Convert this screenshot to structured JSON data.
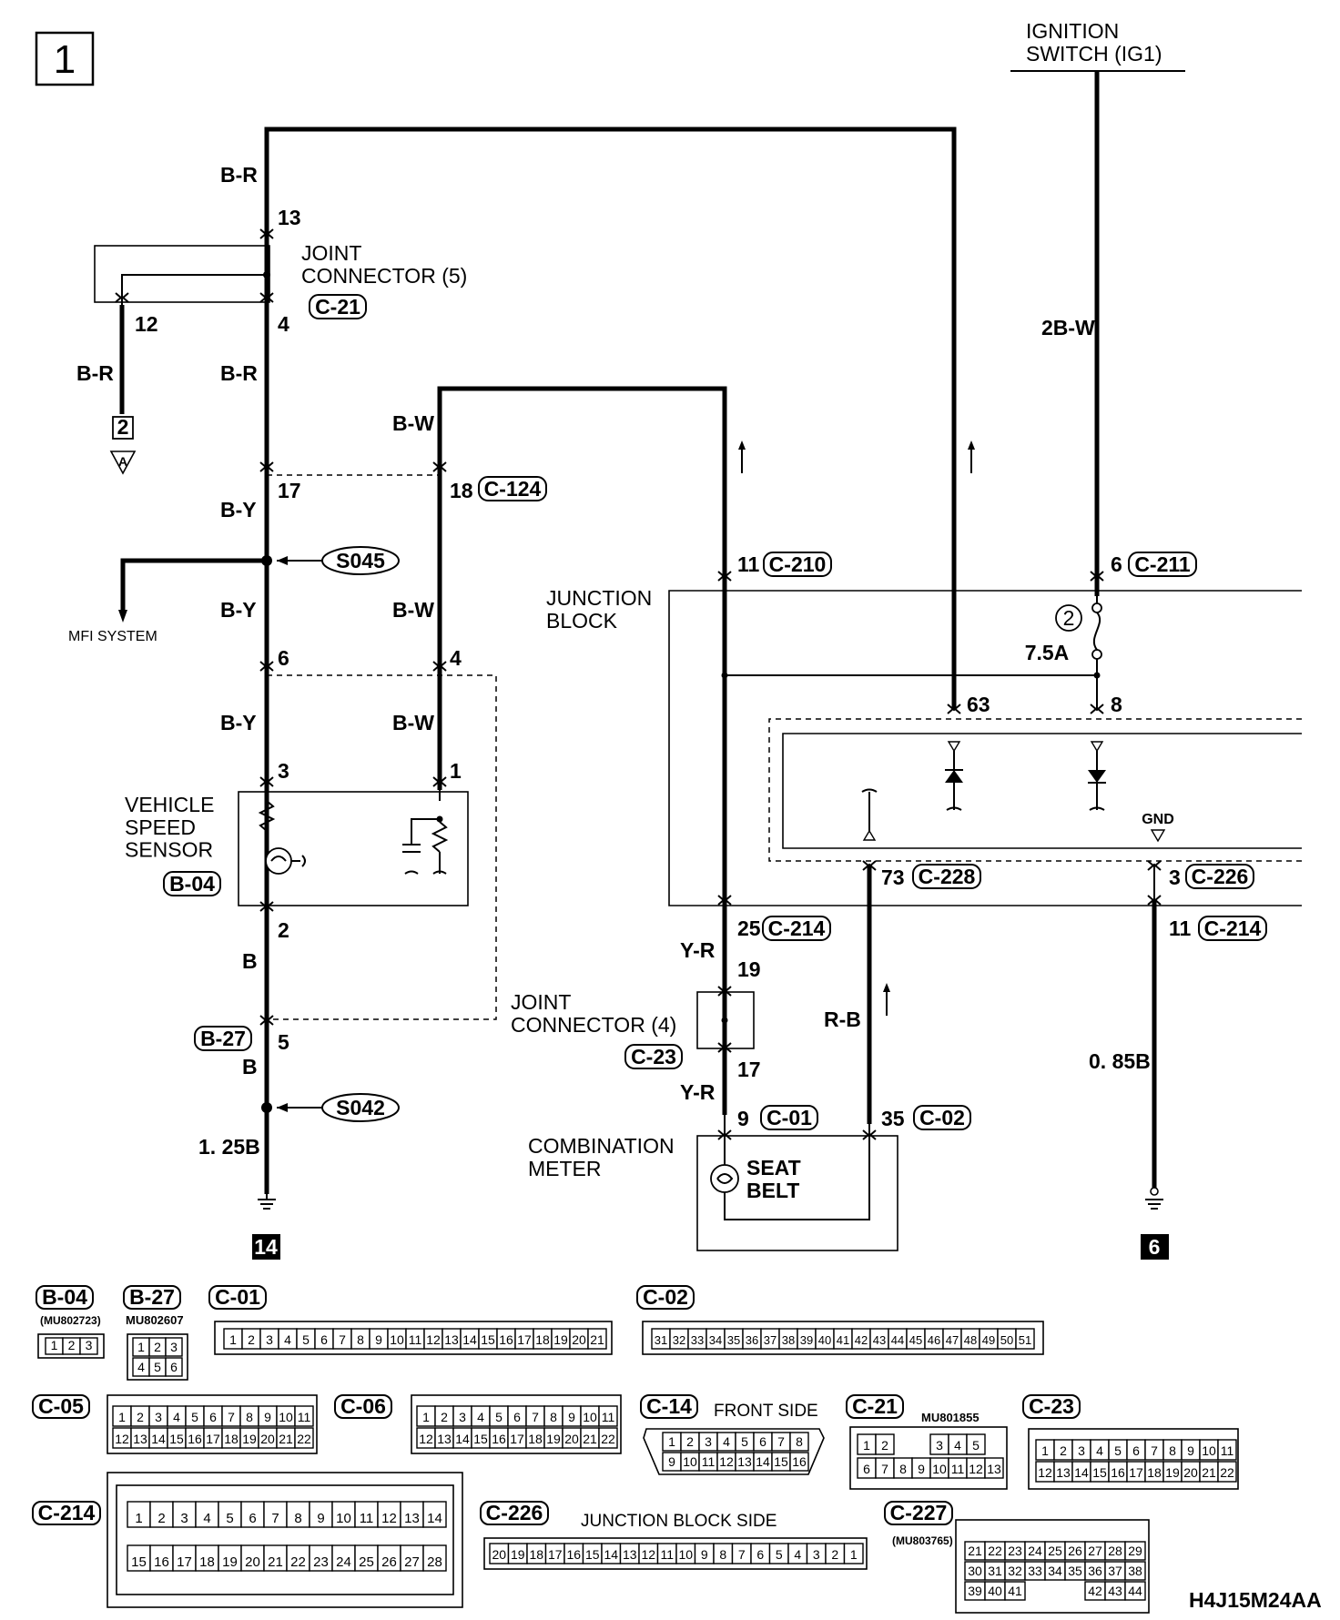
{
  "sheet_number": "1",
  "drawing_code": "H4J15M24AA",
  "components": {
    "ignition_switch": "IGNITION\nSWITCH (IG1)",
    "joint_connector_5": "JOINT\nCONNECTOR (5)",
    "junction_block": "JUNCTION\nBLOCK",
    "vehicle_speed_sensor": "VEHICLE\nSPEED\nSENSOR",
    "joint_connector_4": "JOINT\nCONNECTOR (4)",
    "combination_meter": "COMBINATION\nMETER",
    "seat_belt": "SEAT\nBELT",
    "mfi_system": "MFI SYSTEM",
    "gnd": "GND",
    "fuse_number": "2",
    "fuse_rating": "7.5A"
  },
  "wire_colors": {
    "br_top": "B-R",
    "br_12": "B-R",
    "br_4": "B-R",
    "by_17": "B-Y",
    "by_mid": "B-Y",
    "by_6": "B-Y",
    "bw_18": "B-W",
    "bw_mid": "B-W",
    "bw_4": "B-W",
    "b_2": "B",
    "b_5": "B",
    "b_125": "1. 25B",
    "yr_19": "Y-R",
    "yr_9": "Y-R",
    "rb": "R-B",
    "ign_2bw": "2B-W",
    "gnd_085": "0. 85B"
  },
  "pins": {
    "p13": "13",
    "p12": "12",
    "p4a": "4",
    "p17a": "17",
    "p18": "18",
    "p6": "6",
    "p4b": "4",
    "p3": "3",
    "p1": "1",
    "p2": "2",
    "p5": "5",
    "p11": "11",
    "p6b": "6",
    "p63": "63",
    "p8": "8",
    "p73": "73",
    "p3b": "3",
    "p25": "25",
    "p11b": "11",
    "p19": "19",
    "p17b": "17",
    "p9": "9",
    "p35": "35"
  },
  "connector_refs": {
    "c21": "C-21",
    "c124": "C-124",
    "c210": "C-210",
    "c211": "C-211",
    "b04": "B-04",
    "b27": "B-27",
    "c228": "C-228",
    "c226": "C-226",
    "c214a": "C-214",
    "c214b": "C-214",
    "c23": "C-23",
    "c01": "C-01",
    "c02": "C-02",
    "s045": "S045",
    "s042": "S042"
  },
  "ground_refs": {
    "left": "14",
    "right": "6",
    "page_ref": "2",
    "page_ref_letter": "A"
  },
  "connector_views": {
    "b04": {
      "name": "B-04",
      "part": "(MU802723)",
      "pins": [
        "1",
        "2",
        "3"
      ]
    },
    "b27": {
      "name": "B-27",
      "part": "MU802607",
      "pins": [
        "1",
        "2",
        "3",
        "4",
        "5",
        "6"
      ]
    },
    "c01": {
      "name": "C-01",
      "pins": [
        "1",
        "2",
        "3",
        "4",
        "5",
        "6",
        "7",
        "8",
        "9",
        "10",
        "11",
        "12",
        "13",
        "14",
        "15",
        "16",
        "17",
        "18",
        "19",
        "20",
        "21"
      ]
    },
    "c02": {
      "name": "C-02",
      "pins": [
        "31",
        "32",
        "33",
        "34",
        "35",
        "36",
        "37",
        "38",
        "39",
        "40",
        "41",
        "42",
        "43",
        "44",
        "45",
        "46",
        "47",
        "48",
        "49",
        "50",
        "51"
      ]
    },
    "c05": {
      "name": "C-05",
      "row1": [
        "1",
        "2",
        "3",
        "4",
        "5",
        "6",
        "7",
        "8",
        "9",
        "10",
        "11"
      ],
      "row2": [
        "12",
        "13",
        "14",
        "15",
        "16",
        "17",
        "18",
        "19",
        "20",
        "21",
        "22"
      ]
    },
    "c06": {
      "name": "C-06",
      "row1": [
        "1",
        "2",
        "3",
        "4",
        "5",
        "6",
        "7",
        "8",
        "9",
        "10",
        "11"
      ],
      "row2": [
        "12",
        "13",
        "14",
        "15",
        "16",
        "17",
        "18",
        "19",
        "20",
        "21",
        "22"
      ]
    },
    "c14": {
      "name": "C-14",
      "note": "FRONT SIDE",
      "row1": [
        "1",
        "2",
        "3",
        "4",
        "5",
        "6",
        "7",
        "8"
      ],
      "row2": [
        "9",
        "10",
        "11",
        "12",
        "13",
        "14",
        "15",
        "16"
      ]
    },
    "c21": {
      "name": "C-21",
      "part": "MU801855",
      "row1": [
        "1",
        "2",
        "",
        "",
        "3",
        "4",
        "5"
      ],
      "row2": [
        "6",
        "7",
        "8",
        "9",
        "10",
        "11",
        "12",
        "13"
      ]
    },
    "c23": {
      "name": "C-23",
      "row1": [
        "1",
        "2",
        "3",
        "4",
        "5",
        "6",
        "7",
        "8",
        "9",
        "10",
        "11"
      ],
      "row2": [
        "12",
        "13",
        "14",
        "15",
        "16",
        "17",
        "18",
        "19",
        "20",
        "21",
        "22"
      ]
    },
    "c214": {
      "name": "C-214",
      "row1": [
        "1",
        "2",
        "3",
        "4",
        "5",
        "6",
        "7",
        "8",
        "9",
        "10",
        "11",
        "12",
        "13",
        "14"
      ],
      "row2": [
        "15",
        "16",
        "17",
        "18",
        "19",
        "20",
        "21",
        "22",
        "23",
        "24",
        "25",
        "26",
        "27",
        "28"
      ]
    },
    "c226": {
      "name": "C-226",
      "note": "JUNCTION BLOCK SIDE",
      "pins": [
        "20",
        "19",
        "18",
        "17",
        "16",
        "15",
        "14",
        "13",
        "12",
        "11",
        "10",
        "9",
        "8",
        "7",
        "6",
        "5",
        "4",
        "3",
        "2",
        "1"
      ]
    },
    "c227": {
      "name": "C-227",
      "part": "(MU803765)",
      "row1": [
        "21",
        "22",
        "23",
        "24",
        "25",
        "26",
        "27",
        "28",
        "29"
      ],
      "row2": [
        "30",
        "31",
        "32",
        "33",
        "34",
        "35",
        "36",
        "37",
        "38"
      ],
      "row3": [
        "39",
        "40",
        "41",
        "",
        "",
        "",
        "42",
        "43",
        "44"
      ]
    }
  }
}
